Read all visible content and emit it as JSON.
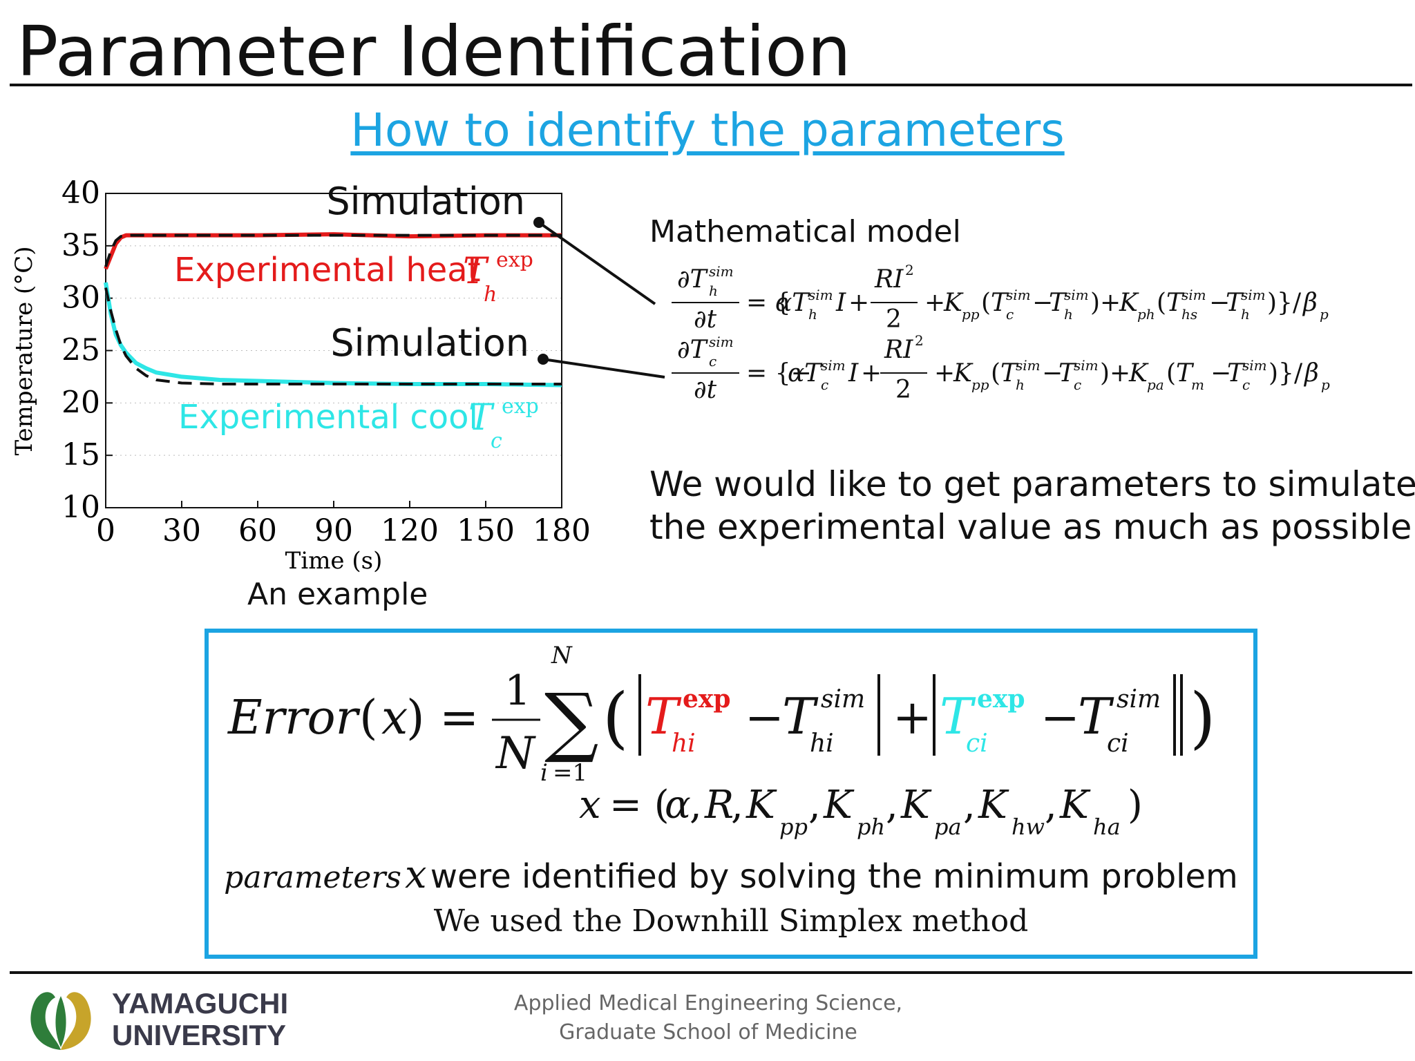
{
  "slide": {
    "title": "Parameter Identification",
    "subtitle": "How to identify the parameters",
    "model_label": "Mathematical model",
    "description_lines": [
      "We would like to get parameters to simulate",
      "the experimental value as much as possible"
    ],
    "chart_caption": "An example",
    "params_text_italic": "parameters",
    "params_text_x": "x",
    "params_text_rest": "were identified by solving the minimum problem",
    "method_text": "We used the Downhill Simplex method",
    "footer_org_lines": [
      "Applied Medical Engineering Science,",
      "Graduate School of Medicine"
    ],
    "logo_text_lines": [
      "YAMAGUCHI",
      "UNIVERSITY"
    ]
  },
  "colors": {
    "accent": "#1ca4e2",
    "heat": "#e41b1b",
    "cool": "#2ee6e6",
    "sim": "#111111",
    "logo_green": "#2e7d3a"
  },
  "chart_data": {
    "type": "line",
    "xlabel": "Time (s)",
    "ylabel": "Temperature (°C)",
    "xlim": [
      0,
      180
    ],
    "ylim": [
      10,
      40
    ],
    "xticks": [
      0,
      30,
      60,
      90,
      120,
      150,
      180
    ],
    "yticks": [
      10,
      15,
      20,
      25,
      30,
      35,
      40
    ],
    "grid": "dotted horizontal",
    "annotations": [
      "Simulation",
      "Simulation"
    ],
    "series": [
      {
        "name": "Experimental heat",
        "color": "#e41b1b",
        "style": "solid",
        "x": [
          0,
          2,
          4,
          6,
          8,
          12,
          20,
          40,
          60,
          90,
          120,
          150,
          180
        ],
        "y": [
          32.8,
          34.0,
          35.2,
          35.8,
          36.0,
          36.0,
          36.0,
          36.0,
          36.0,
          36.1,
          35.9,
          36.0,
          36.0
        ]
      },
      {
        "name": "Simulation",
        "color": "#111111",
        "style": "dashed",
        "x": [
          0,
          2,
          4,
          6,
          10,
          20,
          40,
          60,
          90,
          120,
          150,
          180
        ],
        "y": [
          33.0,
          34.5,
          35.5,
          35.9,
          36.0,
          36.0,
          36.0,
          36.0,
          36.0,
          36.0,
          36.0,
          36.0
        ]
      },
      {
        "name": "Experimental cool",
        "color": "#2ee6e6",
        "style": "solid",
        "x": [
          0,
          2,
          4,
          6,
          8,
          12,
          16,
          20,
          30,
          45,
          60,
          90,
          120,
          150,
          180
        ],
        "y": [
          31.5,
          28.5,
          26.5,
          25.5,
          24.8,
          23.8,
          23.3,
          22.9,
          22.5,
          22.2,
          22.1,
          21.9,
          21.8,
          21.8,
          21.7
        ]
      },
      {
        "name": "Simulation",
        "color": "#111111",
        "style": "dashed",
        "x": [
          0,
          2,
          4,
          6,
          8,
          12,
          16,
          20,
          30,
          45,
          60,
          90,
          120,
          150,
          180
        ],
        "y": [
          31.0,
          28.8,
          27.0,
          25.5,
          24.5,
          23.3,
          22.6,
          22.2,
          21.9,
          21.8,
          21.8,
          21.8,
          21.8,
          21.8,
          21.8
        ]
      }
    ]
  }
}
